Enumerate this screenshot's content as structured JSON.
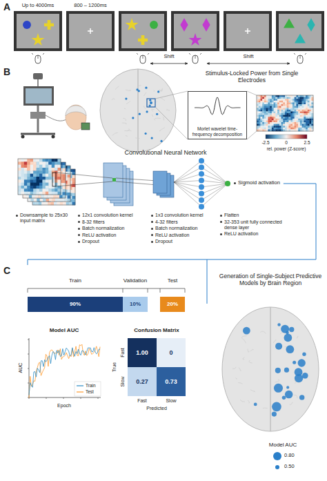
{
  "diagram": {
    "nodes": [
      {
        "text": [
          "Morlet wavelet time-frequency decomposition"
        ]
      },
      {
        "text": [
          "Train",
          "90%"
        ]
      },
      {
        "text": [
          "Validation",
          "10%"
        ]
      },
      {
        "text": [
          "Test",
          "20%"
        ]
      },
      {
        "text": [
          "1.00"
        ]
      },
      {
        "text": [
          "0"
        ]
      },
      {
        "text": [
          "0.27"
        ]
      },
      {
        "text": [
          "0.73"
        ]
      }
    ],
    "labels": [
      "A",
      "Up to 4000ms",
      "800 – 1200ms",
      "Shift",
      "Shift",
      "B",
      "Stimulus-Locked Power from Single Electrodes",
      "rel. power (Z-score)",
      "-2.5",
      "0",
      "2.5",
      "Convolutional Neural Network",
      "Sigmoid activation",
      "Downsample to 25x30 input matrix",
      "12x1 convolution kernel",
      "8-32 filters",
      "Batch normalization",
      "ReLU activation",
      "Dropout",
      "1x3 convolution kernel",
      "4-32 filters",
      "Batch normalization",
      "ReLU activation",
      "Dropout",
      "Flatten",
      "32-353 unit fully connected dense layer",
      "ReLU activation",
      "C",
      "Model AUC",
      "AUC",
      "Epoch",
      "Confusion Matrix",
      "True",
      "Fast",
      "Slow",
      "Fast",
      "Slow",
      "Predicted",
      "Generation of Single-Subject Predictive Models by Brain Region",
      "Model AUC"
    ],
    "legend": [
      {
        "text": "Train"
      },
      {
        "text": "Test"
      },
      {
        "text": "0.80"
      },
      {
        "text": "0.50"
      }
    ]
  }
}
